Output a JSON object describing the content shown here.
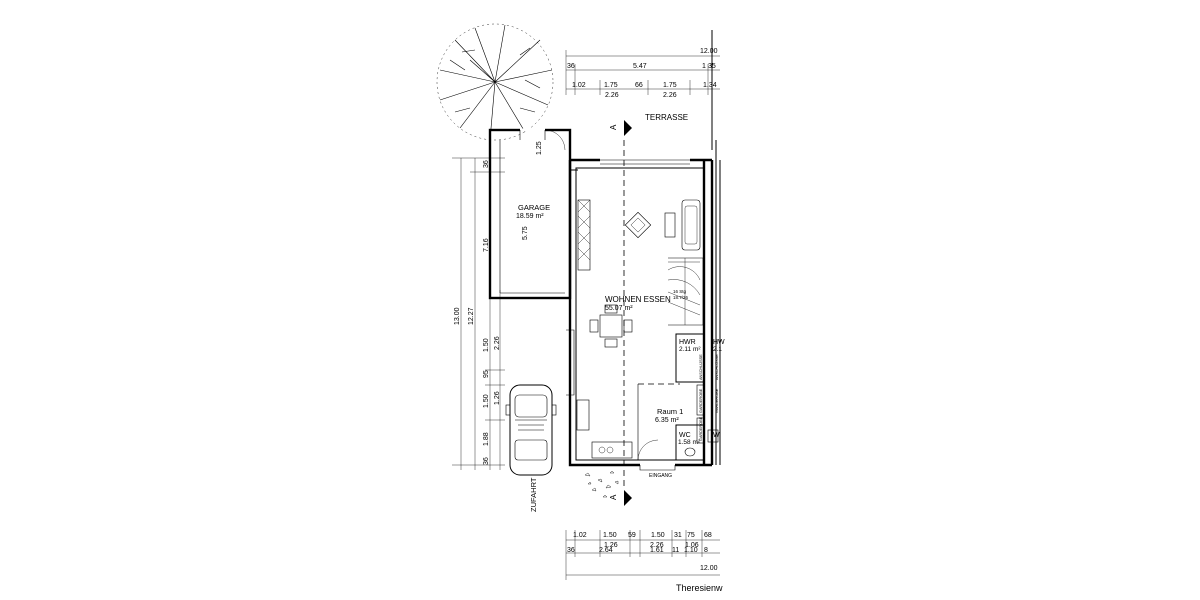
{
  "rooms": {
    "terrace": {
      "label": "TERRASSE"
    },
    "garage": {
      "label": "GARAGE",
      "area": "18.59 m²",
      "depth": "5.75"
    },
    "living": {
      "label": "WOHNEN ESSEN",
      "area": "55.07 m²"
    },
    "hwr": {
      "label": "HWR",
      "area": "2.11 m²"
    },
    "hwr_neighbor": {
      "label": "HW",
      "area": "2.1"
    },
    "room1": {
      "label": "Raum 1",
      "area": "6.35 m²"
    },
    "wc": {
      "label": "WC",
      "area": "1.58 m²"
    },
    "wc_neighbor": {
      "label": "W"
    }
  },
  "labels": {
    "entrance": "EINGANG",
    "driveway": "ZUFAHRT",
    "street": "Theresienw",
    "section_mark": "A",
    "stair_note_1": "16 Stg",
    "stair_note_2": "18.7/26",
    "wardrobe": "GARDEROBE",
    "heating": "ANSCHLÜSSE",
    "garage_opening": "1.25"
  },
  "dims_top": {
    "overall": "12.00",
    "row1": [
      "36",
      "5.47",
      "1",
      "35"
    ],
    "row2": [
      "1.02",
      "1.75",
      "66",
      "1.75",
      "1.34"
    ],
    "row3": [
      "2.26",
      "2.26"
    ]
  },
  "dims_bottom": {
    "row1": [
      "1.02",
      "1.50",
      "59",
      "1.50",
      "31",
      "75",
      "68"
    ],
    "row2": [
      "1.26",
      "2.26",
      "1.06"
    ],
    "row3": [
      "36",
      "2.64",
      "1.61",
      "11",
      "1.10",
      "8"
    ],
    "overall": "12.00"
  },
  "dims_left": {
    "overall": "13.00",
    "second": "12.27",
    "garage_depth": "7.16",
    "seg": [
      "36",
      "1.50",
      "95",
      "1.50",
      "1.88"
    ],
    "seg2": [
      "2.26",
      "1.26"
    ]
  }
}
